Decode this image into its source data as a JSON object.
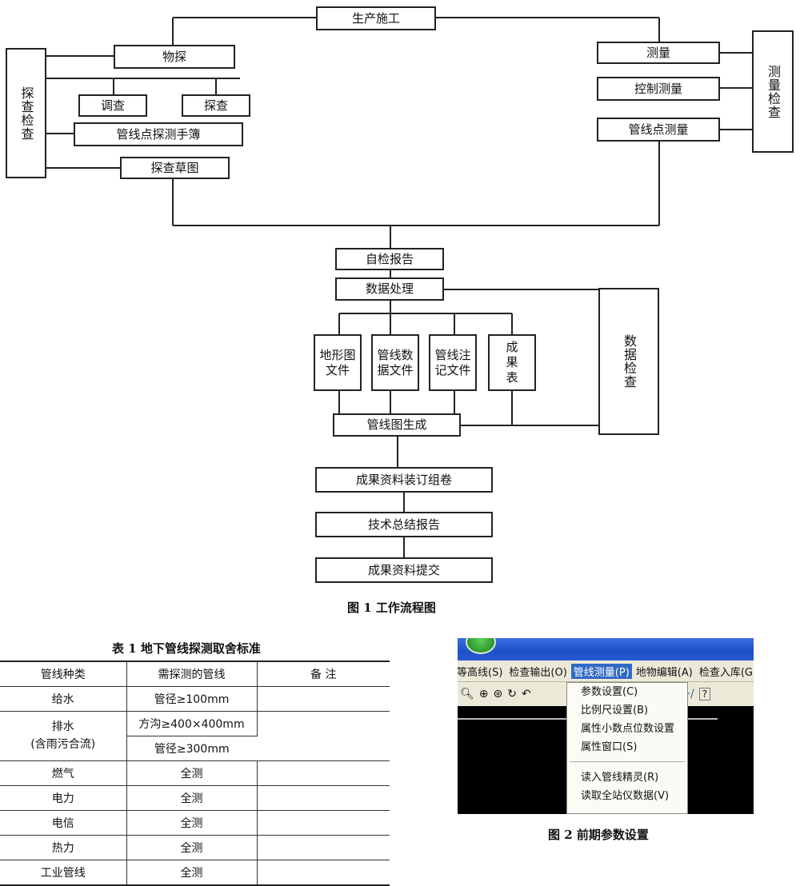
{
  "flowchart": {
    "nodes": {
      "production": "生产施工",
      "geophysics": "物探",
      "survey_investigate": "调查",
      "detect": "探查",
      "point_handbook": "管线点探测手簿",
      "sketch": "探查草图",
      "probe_check": "探查检查",
      "measure": "测量",
      "control_measure": "控制测量",
      "point_measure": "管线点测量",
      "measure_check": "测量检查",
      "self_report": "自检报告",
      "data_processing": "数据处理",
      "topo_file": "地形图文件",
      "pipe_data_file": "管线数据文件",
      "pipe_note_file": "管线注记文件",
      "result_table": "成果表",
      "data_check": "数据检查",
      "map_generate": "管线图生成",
      "binding": "成果资料装订组卷",
      "summary": "技术总结报告",
      "submit": "成果资料提交"
    },
    "caption": "图 1  工作流程图"
  },
  "table": {
    "title": "表 1  地下管线探测取舍标准",
    "headers": [
      "管线种类",
      "需探测的管线",
      "备  注"
    ],
    "rows": [
      {
        "type": "给水",
        "req": "管径≥100mm",
        "note": ""
      },
      {
        "type": "排水\n(含雨污合流)",
        "req": "方沟≥400×400mm",
        "req2": "管径≥300mm",
        "note": ""
      },
      {
        "type": "燃气",
        "req": "全测",
        "note": ""
      },
      {
        "type": "电力",
        "req": "全测",
        "note": ""
      },
      {
        "type": "电信",
        "req": "全测",
        "note": ""
      },
      {
        "type": "热力",
        "req": "全测",
        "note": ""
      },
      {
        "type": "工业管线",
        "req": "全测",
        "note": ""
      }
    ]
  },
  "screenshot": {
    "menu": [
      "等高线(S)",
      "检查输出(O)",
      "管线测量(P)",
      "地物编辑(A)",
      "检查入库(G)"
    ],
    "active_menu": "管线测量(P)",
    "toolbar_icons": [
      "zoom-icon",
      "zoom-in-icon",
      "zoom-out-icon",
      "zoom-refresh-icon",
      "undo-icon",
      "line-style-icon",
      "help-icon"
    ],
    "toolbar_help": "?",
    "dropdown": [
      "参数设置(C)",
      "比例尺设置(B)",
      "属性小数点位数设置",
      "属性窗口(S)",
      "读入管线精灵(R)",
      "读取全站仪数据(V)"
    ],
    "caption": "图 2  前期参数设置",
    "colors": {
      "titlebar": "#1e4fc8",
      "menubar": "#ece9d8",
      "active": "#316ac5",
      "canvas": "#000000"
    }
  }
}
